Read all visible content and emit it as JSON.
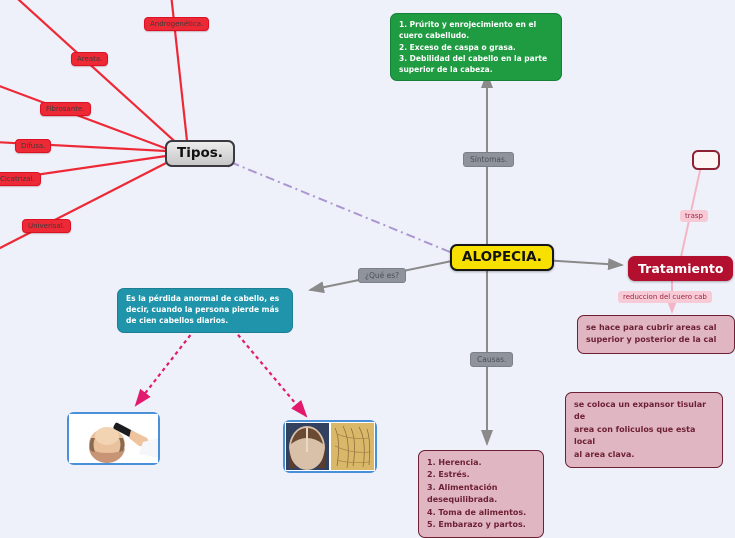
{
  "title_node": "ALOPECIA.",
  "tipos": {
    "label": "Tipos.",
    "children": [
      "Androgenética.",
      "Areata.",
      "Fibrosante.",
      "Difusa.",
      "Cicatrizal.",
      "Univerisal."
    ]
  },
  "sintomas": {
    "label": "Síntomas.",
    "text": "1. Prúrito y enrojecimiento en el cuero cabelludo.\n2. Exceso de caspa o  grasa.\n3. Debilidad del cabello en la parte superior de la cabeza."
  },
  "que_es": {
    "label": "¿Qué es?",
    "text": "Es la pérdida anormal de cabello, es decir, cuando la persona pierde más de cien cabellos diarios."
  },
  "causas": {
    "label": "Causas.",
    "text": "1. Herencia.\n2. Estrés.\n3. Alimentación desequilibrada.\n4. Toma de alimentos.\n5. Embarazo y partos."
  },
  "tratamiento": {
    "label": "Tratamiento",
    "branch_label_top": "trasp",
    "branch_label_mid": "reduccion del cuero cab",
    "box_upper": "se hace para cubrir areas cal\nsuperior y posterior de la cal",
    "box_lower": "se coloca un expansor tisular de\narea con foliculos que esta local\nal area clava."
  },
  "images": {
    "illustration_caption": "hair-loss-illustration",
    "photos_caption": "hair-loss-photos"
  },
  "colors": {
    "background": "#eef1fa",
    "red": "#ee2936",
    "yellow": "#f8e000",
    "green": "#1f9b41",
    "teal": "#2094ab",
    "crimson": "#b30f2e",
    "mauve": "#dfb6c2",
    "pink_label": "#f8cad5",
    "gray": "#8f939b",
    "purple_line": "#ab96d2",
    "magenta_dash": "#e21a6d",
    "blue_border": "#4a90d9"
  }
}
